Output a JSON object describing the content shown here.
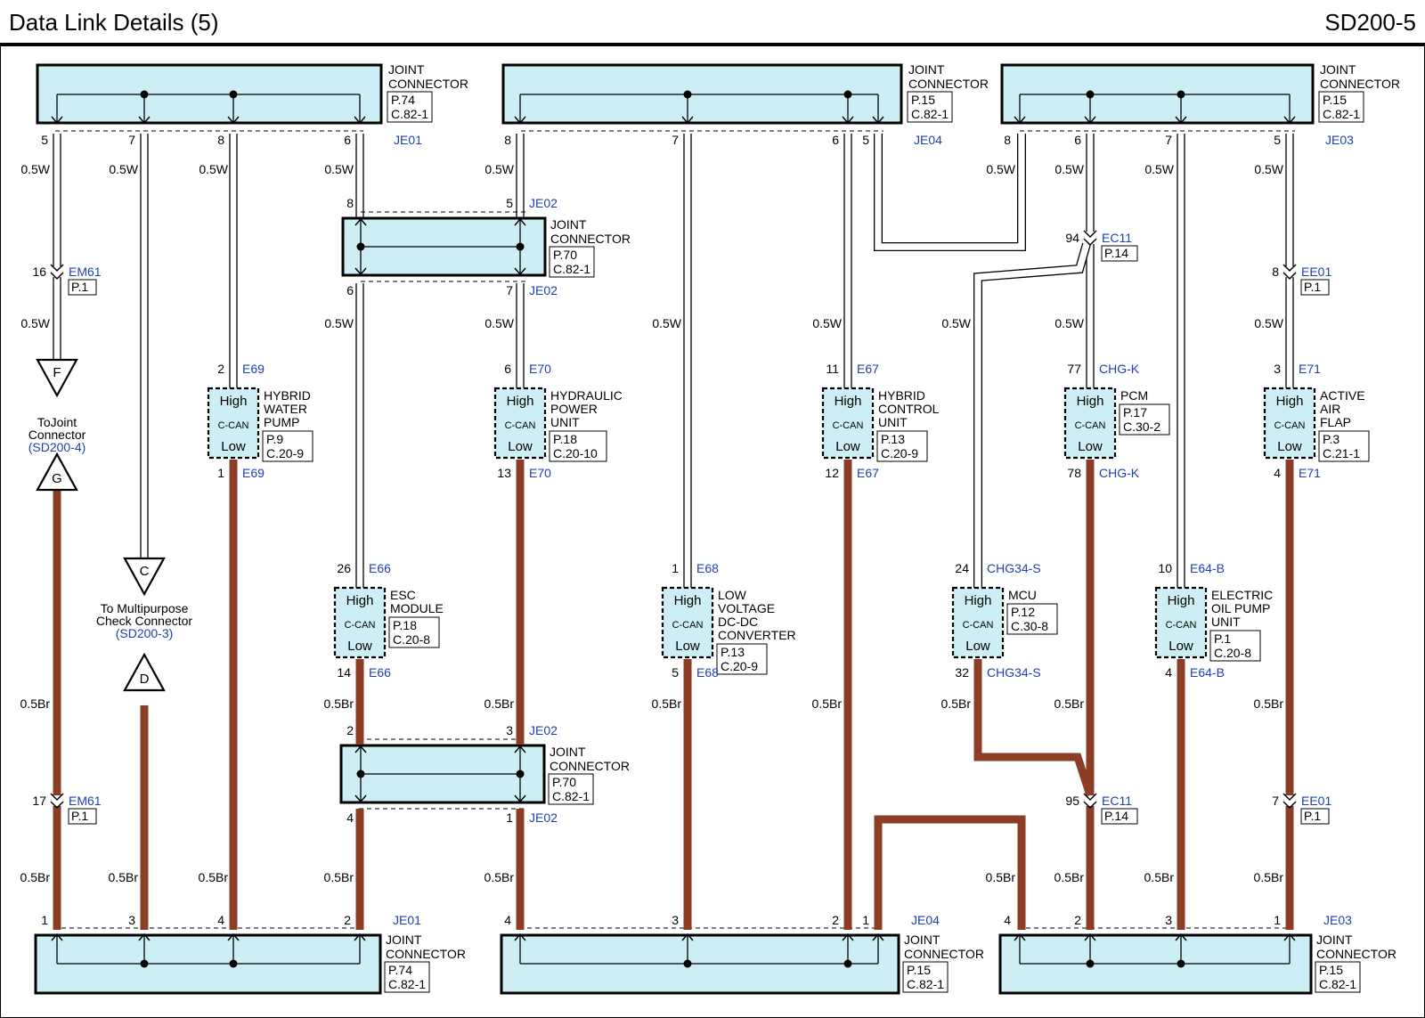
{
  "header": {
    "title": "Data Link Details (5)",
    "code": "SD200-5"
  },
  "wire": {
    "white_label": "0.5W",
    "brown_label": "0.5Br",
    "brown_color": "#8b3d25",
    "box_fill": "#cdeef4"
  },
  "module_text": {
    "high": "High",
    "can": "C-CAN",
    "low": "Low"
  },
  "joint_label": [
    "JOINT",
    "CONNECTOR"
  ],
  "top_joints": [
    {
      "ref": [
        "P.74",
        "C.82-1"
      ],
      "connector": "JE01",
      "pins": [
        "5",
        "7",
        "8",
        "6"
      ]
    },
    {
      "ref": [
        "P.15",
        "C.82-1"
      ],
      "connector": "JE04",
      "pins": [
        "8",
        "7",
        "6",
        "5"
      ]
    },
    {
      "ref": [
        "P.15",
        "C.82-1"
      ],
      "connector": "JE03",
      "pins": [
        "8",
        "6",
        "7",
        "5"
      ]
    }
  ],
  "bottom_joints": [
    {
      "ref": [
        "P.74",
        "C.82-1"
      ],
      "connector": "JE01",
      "pins": [
        "1",
        "3",
        "4",
        "2"
      ]
    },
    {
      "ref": [
        "P.15",
        "C.82-1"
      ],
      "connector": "JE04",
      "pins": [
        "4",
        "3",
        "2",
        "1"
      ]
    },
    {
      "ref": [
        "P.15",
        "C.82-1"
      ],
      "connector": "JE03",
      "pins": [
        "4",
        "2",
        "3",
        "1"
      ]
    }
  ],
  "mid_joints": [
    {
      "ref": [
        "P.70",
        "C.82-1"
      ],
      "connector": "JE02",
      "pins": [
        "8",
        "5",
        "6",
        "7"
      ]
    },
    {
      "ref": [
        "P.70",
        "C.82-1"
      ],
      "connector": "JE02",
      "pins": [
        "2",
        "3",
        "4",
        "1"
      ]
    }
  ],
  "modules": [
    {
      "name": [
        "HYBRID",
        "WATER",
        "PUMP"
      ],
      "ref": [
        "P.9",
        "C.20-9"
      ],
      "hi_pin": "2",
      "hi_conn": "E69",
      "lo_pin": "1",
      "lo_conn": "E69"
    },
    {
      "name": [
        "HYDRAULIC",
        "POWER",
        "UNIT"
      ],
      "ref": [
        "P.18",
        "C.20-10"
      ],
      "hi_pin": "6",
      "hi_conn": "E70",
      "lo_pin": "13",
      "lo_conn": "E70"
    },
    {
      "name": [
        "HYBRID",
        "CONTROL",
        "UNIT"
      ],
      "ref": [
        "P.13",
        "C.20-9"
      ],
      "hi_pin": "11",
      "hi_conn": "E67",
      "lo_pin": "12",
      "lo_conn": "E67"
    },
    {
      "name": [
        "PCM"
      ],
      "ref": [
        "P.17",
        "C.30-2"
      ],
      "hi_pin": "77",
      "hi_conn": "CHG-K",
      "lo_pin": "78",
      "lo_conn": "CHG-K"
    },
    {
      "name": [
        "ACTIVE",
        "AIR",
        "FLAP"
      ],
      "ref": [
        "P.3",
        "C.21-1"
      ],
      "hi_pin": "3",
      "hi_conn": "E71",
      "lo_pin": "4",
      "lo_conn": "E71"
    },
    {
      "name": [
        "ESC",
        "MODULE"
      ],
      "ref": [
        "P.18",
        "C.20-8"
      ],
      "hi_pin": "26",
      "hi_conn": "E66",
      "lo_pin": "14",
      "lo_conn": "E66"
    },
    {
      "name": [
        "LOW",
        "VOLTAGE",
        "DC-DC",
        "CONVERTER"
      ],
      "ref": [
        "P.13",
        "C.20-9"
      ],
      "hi_pin": "1",
      "hi_conn": "E68",
      "lo_pin": "5",
      "lo_conn": "E68"
    },
    {
      "name": [
        "MCU"
      ],
      "ref": [
        "P.12",
        "C.30-8"
      ],
      "hi_pin": "24",
      "hi_conn": "CHG34-S",
      "lo_pin": "32",
      "lo_conn": "CHG34-S"
    },
    {
      "name": [
        "ELECTRIC",
        "OIL PUMP",
        "UNIT"
      ],
      "ref": [
        "P.1",
        "C.20-8"
      ],
      "hi_pin": "10",
      "hi_conn": "E64-B",
      "lo_pin": "4",
      "lo_conn": "E64-B"
    }
  ],
  "inline_connectors": [
    {
      "pin": "16",
      "conn": "EM61",
      "ref": "P.1"
    },
    {
      "pin": "17",
      "conn": "EM61",
      "ref": "P.1"
    },
    {
      "pin": "94",
      "conn": "EC11",
      "ref": "P.14"
    },
    {
      "pin": "95",
      "conn": "EC11",
      "ref": "P.14"
    },
    {
      "pin": "8",
      "conn": "EE01",
      "ref": "P.1"
    },
    {
      "pin": "7",
      "conn": "EE01",
      "ref": "P.1"
    }
  ],
  "references": [
    {
      "letter": "F",
      "text": [
        "ToJoint",
        "Connector"
      ],
      "link": "(SD200-4)"
    },
    {
      "letter": "G"
    },
    {
      "letter": "C",
      "text": [
        "To Multipurpose",
        "Check Connector"
      ],
      "link": "(SD200-3)"
    },
    {
      "letter": "D"
    }
  ]
}
